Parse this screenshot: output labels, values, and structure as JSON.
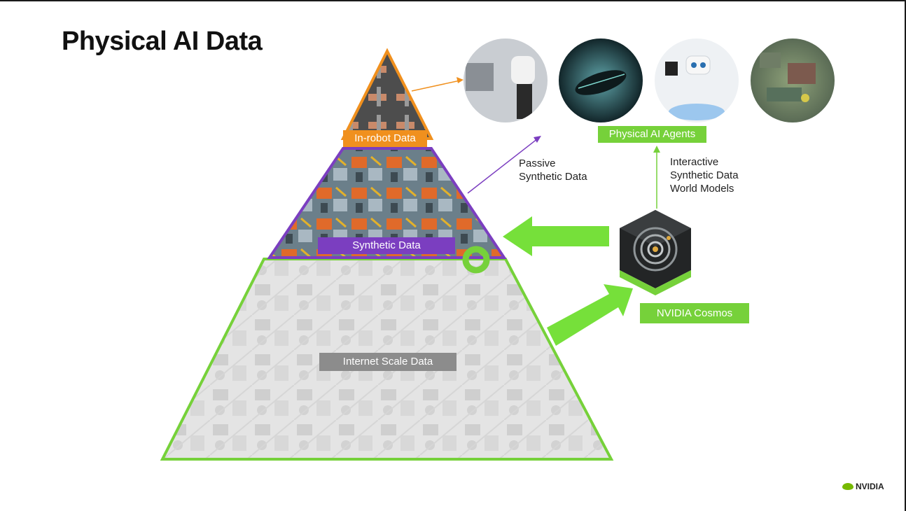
{
  "page": {
    "title": "Physical AI Data"
  },
  "pyramid": {
    "top_label": "In-robot Data",
    "middle_label": "Synthetic Data",
    "bottom_label": "Internet Scale Data"
  },
  "agents": {
    "label": "Physical AI Agents",
    "images": [
      "humanoid-robot-image",
      "autonomous-car-image",
      "robot-arm-image",
      "factory-image"
    ]
  },
  "cosmos": {
    "label": "NVIDIA Cosmos",
    "icon": "galaxy-cube-icon"
  },
  "annotations": {
    "passive_line1": "Passive",
    "passive_line2": "Synthetic Data",
    "interactive_line1": "Interactive",
    "interactive_line2": "Synthetic Data",
    "interactive_line3": "World Models"
  },
  "brand": {
    "logo_text": "NVIDIA"
  },
  "colors": {
    "nvidia_green": "#76d13a",
    "orange": "#f0901e",
    "purple": "#7b3ec0",
    "gray": "#8c8c8c"
  }
}
